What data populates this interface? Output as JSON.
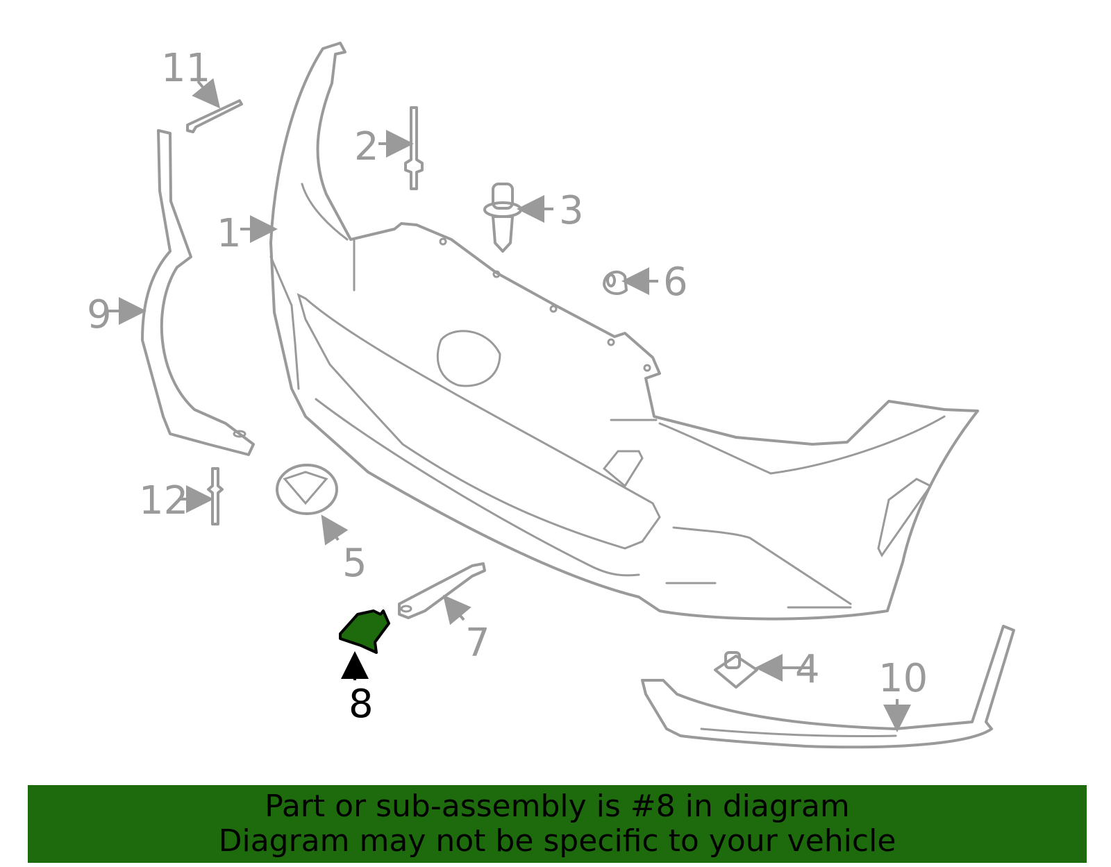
{
  "diagram": {
    "callouts": [
      "1",
      "2",
      "3",
      "4",
      "5",
      "6",
      "7",
      "8",
      "9",
      "10",
      "11",
      "12"
    ],
    "highlighted_callout": "8",
    "colors": {
      "line": "#9a9a9a",
      "highlight_fill": "#1e6b0e",
      "highlight_stroke": "#000000",
      "banner_bg": "#1e6b0e"
    }
  },
  "banner": {
    "line1": "Part or sub-assembly is #8 in diagram",
    "line2": "Diagram may not be specific to your vehicle"
  }
}
